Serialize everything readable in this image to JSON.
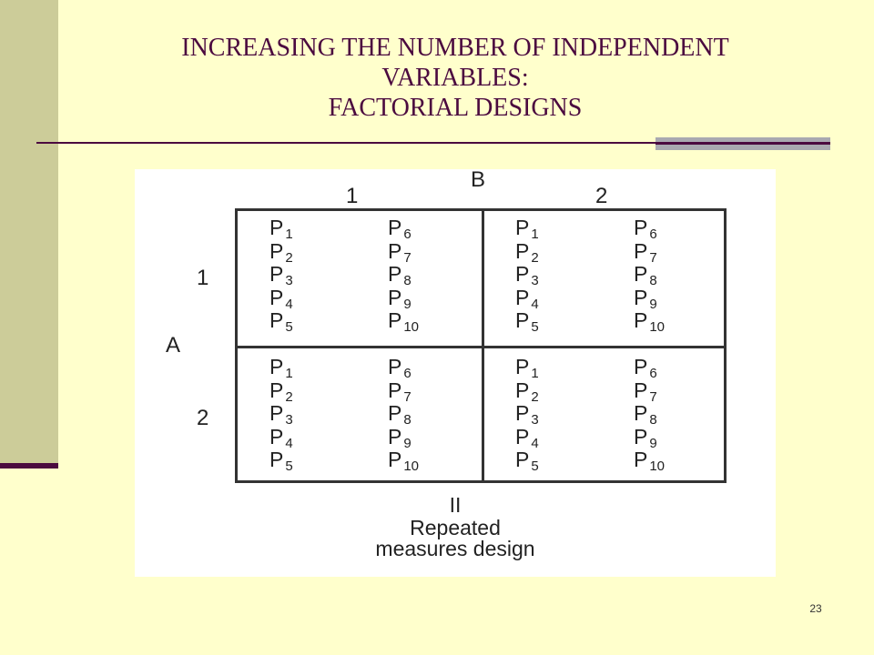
{
  "slide": {
    "title_lines": [
      "INCREASING THE NUMBER OF INDEPENDENT",
      "VARIABLES:",
      "FACTORIAL  DESIGNS"
    ],
    "page_number": "23"
  },
  "figure": {
    "factor_b_label": "B",
    "factor_b_levels": [
      "1",
      "2"
    ],
    "factor_a_label": "A",
    "factor_a_levels": [
      "1",
      "2"
    ],
    "cells": [
      {
        "left": [
          "1",
          "2",
          "3",
          "4",
          "5"
        ],
        "right": [
          "6",
          "7",
          "8",
          "9",
          "10"
        ]
      },
      {
        "left": [
          "1",
          "2",
          "3",
          "4",
          "5"
        ],
        "right": [
          "6",
          "7",
          "8",
          "9",
          "10"
        ]
      },
      {
        "left": [
          "1",
          "2",
          "3",
          "4",
          "5"
        ],
        "right": [
          "6",
          "7",
          "8",
          "9",
          "10"
        ]
      },
      {
        "left": [
          "1",
          "2",
          "3",
          "4",
          "5"
        ],
        "right": [
          "6",
          "7",
          "8",
          "9",
          "10"
        ]
      }
    ],
    "participant_letter": "P",
    "numeral": "II",
    "caption_lines": [
      "Repeated",
      "measures design"
    ]
  }
}
